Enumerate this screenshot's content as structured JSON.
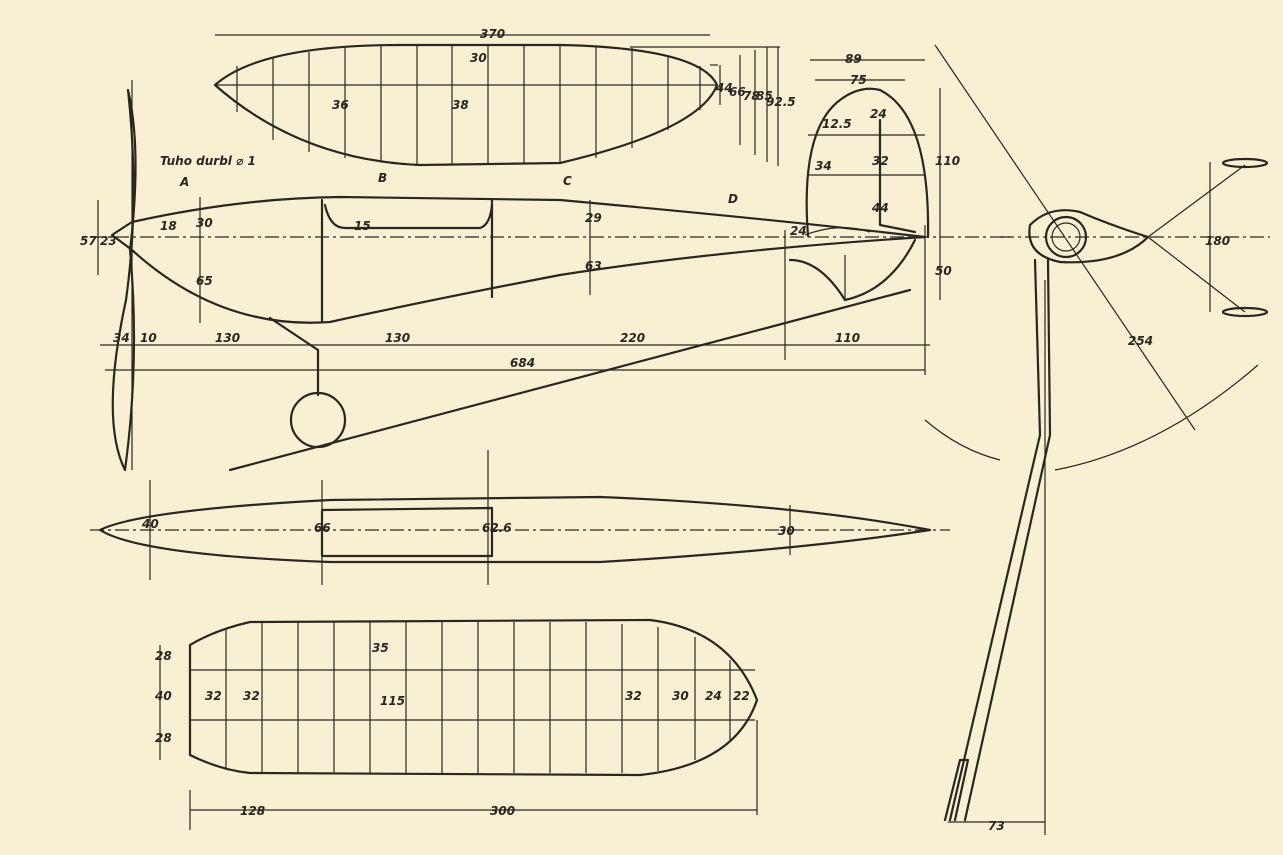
{
  "drawing": {
    "note_tube": "Tuho durbl ⌀ 1",
    "markers": {
      "a": "A",
      "b": "B",
      "c": "C",
      "d": "D"
    },
    "top_wing": {
      "span": "370",
      "d1": "30",
      "d2": "36",
      "d3": "38",
      "h1": "44",
      "h2": "66",
      "h3": "78",
      "h4": "85",
      "h5": "92.5"
    },
    "side_view": {
      "d30": "30",
      "d18": "18",
      "d15": "15",
      "d65": "65",
      "d29": "29",
      "d63": "63",
      "d24": "24",
      "d57": "57",
      "d23": "23",
      "s34": "34",
      "s10": "10",
      "s130a": "130",
      "s130b": "130",
      "s220": "220",
      "s110": "110",
      "total": "684"
    },
    "tail": {
      "w89": "89",
      "w75": "75",
      "r125": "12.5",
      "r24": "24",
      "w34": "34",
      "h32": "32",
      "h44": "44",
      "h110": "110",
      "h50": "50"
    },
    "fuselage_top": {
      "t40": "40",
      "t66": "66",
      "t626": "62.6",
      "t30": "30"
    },
    "bottom_wing": {
      "l28a": "28",
      "l40": "40",
      "l28b": "28",
      "r32a": "32",
      "r32b": "32",
      "chord": "115",
      "d35": "35",
      "r32c": "32",
      "r30": "30",
      "r24": "24",
      "r22": "22",
      "s128": "128",
      "s300": "300"
    },
    "front_view": {
      "prop": "180",
      "radius": "254",
      "gear": "73"
    }
  }
}
